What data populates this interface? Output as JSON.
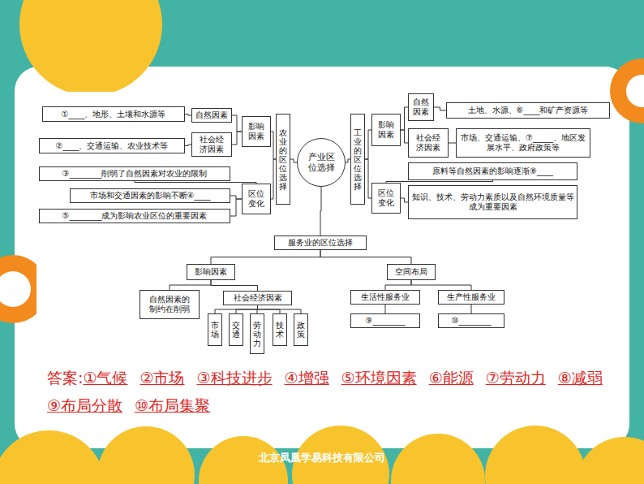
{
  "diagram": {
    "nodes": [
      {
        "text": [
          "产业区位选择"
        ]
      },
      {
        "text": [
          "农业的区位选择"
        ]
      },
      {
        "text": [
          "影响因素"
        ]
      },
      {
        "text": [
          "自然因素"
        ]
      },
      {
        "text": [
          "①____、地形、土壤和水源等"
        ]
      },
      {
        "text": [
          "社会经济因素"
        ]
      },
      {
        "text": [
          "②____、交通运输、农业技术等"
        ]
      },
      {
        "text": [
          "区位变化"
        ]
      },
      {
        "text": [
          "③________削弱了自然因素对农业的限制"
        ]
      },
      {
        "text": [
          "市场和交通因素的影响不断④____"
        ]
      },
      {
        "text": [
          "⑤________成为影响农业区位的重要因素"
        ]
      },
      {
        "text": [
          "工业的区位选择"
        ]
      },
      {
        "text": [
          "影响因素"
        ]
      },
      {
        "text": [
          "自然因素"
        ]
      },
      {
        "text": [
          "土地、水源、⑥____和矿产资源等"
        ]
      },
      {
        "text": [
          "社会经济因素"
        ]
      },
      {
        "text": [
          "市场、交通运输、⑦_____、地区发展水平、政府政策等"
        ]
      },
      {
        "text": [
          "区位变化"
        ]
      },
      {
        "text": [
          "原料等自然因素的影响逐渐⑧____"
        ]
      },
      {
        "text": [
          "知识、技术、劳动力素质以及自然环境质量等成为重要因素"
        ]
      },
      {
        "text": [
          "服务业的区位选择"
        ]
      },
      {
        "text": [
          "影响因素"
        ]
      },
      {
        "text": [
          "自然因素的制约在削弱"
        ]
      },
      {
        "text": [
          "社会经济因素"
        ]
      },
      {
        "text": [
          "市场"
        ]
      },
      {
        "text": [
          "交通"
        ]
      },
      {
        "text": [
          "劳动力"
        ]
      },
      {
        "text": [
          "技术"
        ]
      },
      {
        "text": [
          "政策"
        ]
      },
      {
        "text": [
          "空间布局"
        ]
      },
      {
        "text": [
          "生活性服务业"
        ]
      },
      {
        "text": [
          "⑨________"
        ]
      },
      {
        "text": [
          "生产性服务业"
        ]
      },
      {
        "text": [
          "⑩________"
        ]
      }
    ],
    "edges": [
      {
        "from": 0,
        "to": 1,
        "arrow": "none"
      },
      {
        "from": 1,
        "to": 2,
        "arrow": "none"
      },
      {
        "from": 1,
        "to": 7,
        "arrow": "none"
      },
      {
        "from": 2,
        "to": 3,
        "arrow": "none"
      },
      {
        "from": 3,
        "to": 4,
        "arrow": "none"
      },
      {
        "from": 2,
        "to": 5,
        "arrow": "none"
      },
      {
        "from": 5,
        "to": 6,
        "arrow": "none"
      },
      {
        "from": 7,
        "to": 8,
        "arrow": "none"
      },
      {
        "from": 7,
        "to": 9,
        "arrow": "none"
      },
      {
        "from": 7,
        "to": 10,
        "arrow": "none"
      },
      {
        "from": 0,
        "to": 11,
        "arrow": "none"
      },
      {
        "from": 11,
        "to": 12,
        "arrow": "none"
      },
      {
        "from": 11,
        "to": 17,
        "arrow": "none"
      },
      {
        "from": 12,
        "to": 13,
        "arrow": "none"
      },
      {
        "from": 13,
        "to": 14,
        "arrow": "none"
      },
      {
        "from": 12,
        "to": 15,
        "arrow": "none"
      },
      {
        "from": 15,
        "to": 16,
        "arrow": "none"
      },
      {
        "from": 17,
        "to": 18,
        "arrow": "none"
      },
      {
        "from": 17,
        "to": 19,
        "arrow": "none"
      },
      {
        "from": 0,
        "to": 20,
        "arrow": "none"
      },
      {
        "from": 20,
        "to": 21,
        "arrow": "none"
      },
      {
        "from": 20,
        "to": 29,
        "arrow": "none"
      },
      {
        "from": 21,
        "to": 22,
        "arrow": "none"
      },
      {
        "from": 21,
        "to": 23,
        "arrow": "none"
      },
      {
        "from": 23,
        "to": 24,
        "arrow": "none"
      },
      {
        "from": 23,
        "to": 25,
        "arrow": "none"
      },
      {
        "from": 23,
        "to": 26,
        "arrow": "none"
      },
      {
        "from": 23,
        "to": 27,
        "arrow": "none"
      },
      {
        "from": 23,
        "to": 28,
        "arrow": "none"
      },
      {
        "from": 29,
        "to": 30,
        "arrow": "none"
      },
      {
        "from": 30,
        "to": 31,
        "arrow": "none"
      },
      {
        "from": 29,
        "to": 32,
        "arrow": "none"
      },
      {
        "from": 32,
        "to": 33,
        "arrow": "none"
      }
    ],
    "labels": [
      "答案:",
      "①气候",
      "②市场",
      "③科技进步",
      "④增强",
      "⑤环境因素",
      "⑥能源",
      "⑦劳动力",
      "⑧减弱",
      "⑨布局分散",
      "⑩布局集聚",
      "北京凤凰学易科技有限公司"
    ]
  }
}
